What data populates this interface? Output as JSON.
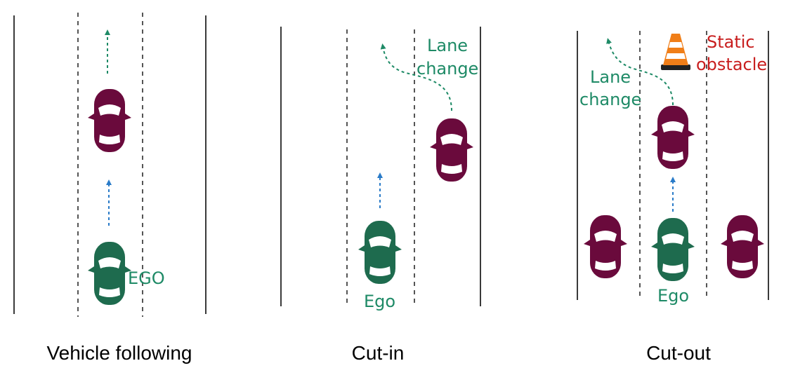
{
  "colors": {
    "ego": "#1e6b4e",
    "other": "#6a0a3c",
    "ego_path": "#2a7bc8",
    "lane_change_path": "#1e8a66",
    "label_green": "#1e8a66",
    "label_red": "#c81e1e",
    "road_line": "#3a3a3a",
    "cone_orange": "#f07e18"
  },
  "icons": [
    "car-icon",
    "traffic-cone-icon",
    "arrow-up-icon"
  ],
  "panels": [
    {
      "id": "vehicle-following",
      "caption": "Vehicle following",
      "ego_label": "EGO"
    },
    {
      "id": "cut-in",
      "caption": "Cut-in",
      "ego_label": "Ego",
      "lane_change_label": [
        "Lane",
        "change"
      ]
    },
    {
      "id": "cut-out",
      "caption": "Cut-out",
      "ego_label": "Ego",
      "lane_change_label": [
        "Lane",
        "change"
      ],
      "obstacle_label": [
        "Static",
        "obstacle"
      ]
    }
  ]
}
